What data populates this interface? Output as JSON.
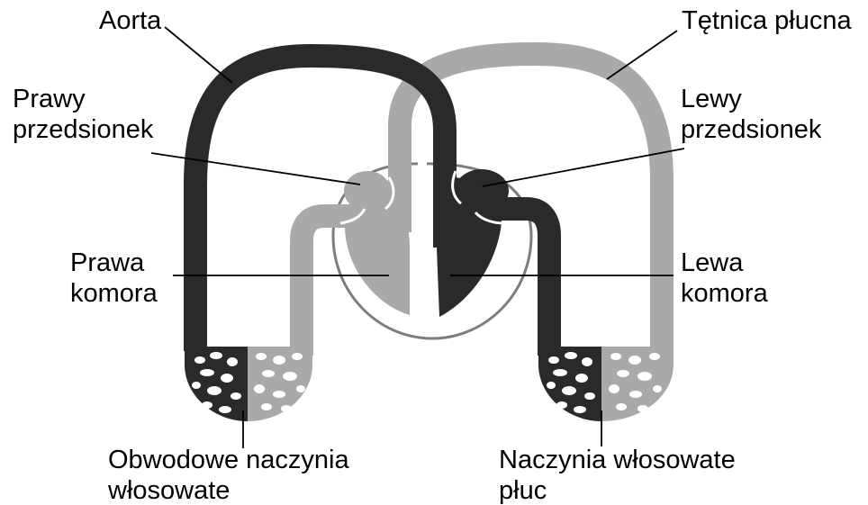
{
  "labels": {
    "aorta": "Aorta",
    "pulmonary_artery": "Tętnica płucna",
    "right_atrium": {
      "line1": "Prawy",
      "line2": "przedsionek"
    },
    "left_atrium": {
      "line1": "Lewy",
      "line2": "przedsionek"
    },
    "right_ventricle": {
      "line1": "Prawa",
      "line2": "komora"
    },
    "left_ventricle": {
      "line1": "Lewa",
      "line2": "komora"
    },
    "systemic_capillaries": {
      "line1": "Obwodowe naczynia",
      "line2": "włosowate"
    },
    "pulmonary_capillaries": {
      "line1": "Naczynia włosowate",
      "line2": "płuc"
    }
  },
  "colors": {
    "oxygenated": "#2a2a2a",
    "deoxygenated": "#a9a9a9",
    "outline": "#7d7d7d",
    "leader_line": "#000000"
  }
}
